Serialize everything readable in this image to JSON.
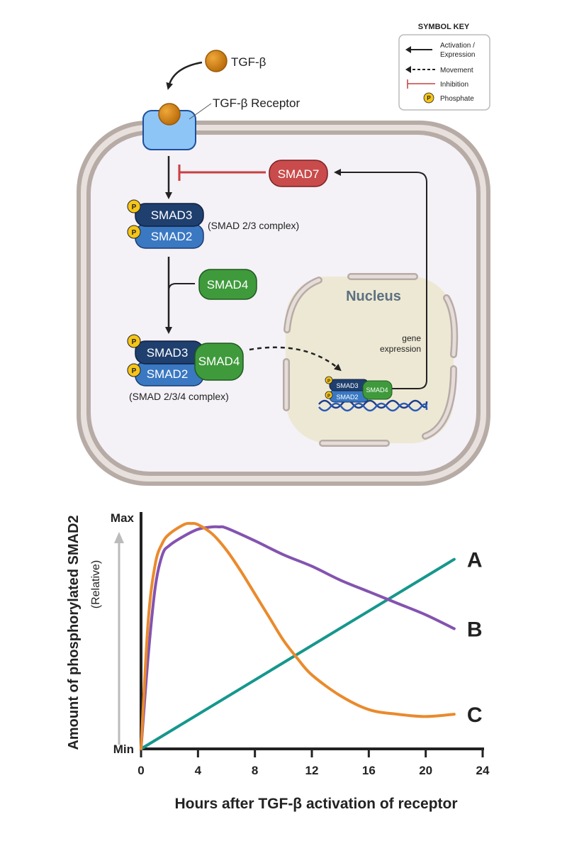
{
  "diagram": {
    "ligand_label": "TGF-β",
    "receptor_label": "TGF-β Receptor",
    "smad7": "SMAD7",
    "smad3": "SMAD3",
    "smad2": "SMAD2",
    "smad4": "SMAD4",
    "phosphate": "P",
    "complex_23_label": "(SMAD 2/3 complex)",
    "complex_234_label": "(SMAD 2/3/4 complex)",
    "nucleus_label": "Nucleus",
    "gene_expression_line1": "gene",
    "gene_expression_line2": "expression",
    "colors": {
      "smad3": "#1f3f6e",
      "smad2": "#3a78c2",
      "smad4": "#3f9a3c",
      "smad7": "#c94b4b",
      "phosphate": "#f5c518",
      "receptor": "#8ec5f7",
      "ligand": "#d98a12",
      "membrane": "#b7aba6",
      "cytoplasm": "#f4f1f7",
      "nucleus": "#ede8d4",
      "inhibition": "#c94040"
    }
  },
  "symbol_key": {
    "title": "SYMBOL KEY",
    "items": [
      {
        "icon": "solid-arrow-icon",
        "label_line1": "Activation /",
        "label_line2": "Expression"
      },
      {
        "icon": "dashed-arrow-icon",
        "label_line1": "Movement",
        "label_line2": ""
      },
      {
        "icon": "inhibition-bar-icon",
        "label_line1": "Inhibition",
        "label_line2": ""
      },
      {
        "icon": "phosphate-icon",
        "label_line1": "Phosphate",
        "label_line2": ""
      }
    ]
  },
  "chart_data": {
    "type": "line",
    "title": "",
    "xlabel": "Hours after TGF-β activation of receptor",
    "ylabel": "Amount of phosphorylated SMAD2",
    "ylabel_note": "(Relative)",
    "xlim": [
      0,
      24
    ],
    "ylim": [
      0,
      1
    ],
    "xticks": [
      0,
      4,
      8,
      12,
      16,
      20,
      24
    ],
    "yticks": [
      {
        "value": 0,
        "label": "Min"
      },
      {
        "value": 1,
        "label": "Max"
      }
    ],
    "grid": false,
    "legend": "end-of-line labels (right)",
    "series": [
      {
        "name": "A",
        "color": "#16978d",
        "x": [
          0,
          22
        ],
        "y": [
          0,
          0.82
        ]
      },
      {
        "name": "B",
        "color": "#8453b0",
        "x": [
          0,
          0.5,
          1,
          1.5,
          2,
          3,
          4,
          5,
          5.5,
          6,
          8,
          10,
          12,
          14,
          16,
          18,
          20,
          22
        ],
        "y": [
          0,
          0.4,
          0.7,
          0.84,
          0.88,
          0.92,
          0.95,
          0.96,
          0.96,
          0.955,
          0.9,
          0.84,
          0.79,
          0.73,
          0.68,
          0.63,
          0.58,
          0.52
        ]
      },
      {
        "name": "C",
        "color": "#ea8a2c",
        "x": [
          0,
          0.5,
          1,
          1.5,
          2,
          3,
          3.5,
          4,
          5,
          6,
          7,
          8,
          9,
          10,
          11,
          12,
          14,
          16,
          18,
          20,
          22
        ],
        "y": [
          0,
          0.55,
          0.8,
          0.89,
          0.93,
          0.97,
          0.975,
          0.97,
          0.93,
          0.86,
          0.77,
          0.67,
          0.57,
          0.47,
          0.39,
          0.32,
          0.23,
          0.17,
          0.15,
          0.14,
          0.15
        ]
      }
    ]
  }
}
